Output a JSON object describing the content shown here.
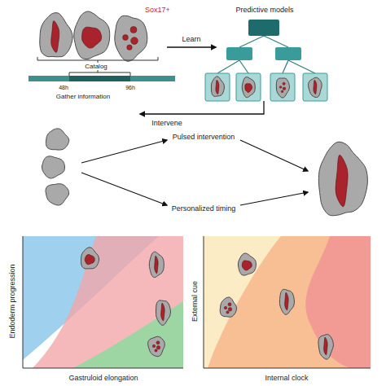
{
  "diagram": {
    "labels": [
      "Sox17+",
      "Catalog",
      "48h",
      "96h",
      "Gather information",
      "Learn",
      "Predictive models",
      "Intervene",
      "Pulsed intervention",
      "Personalized timing",
      "Endoderm progression",
      "Gastruloid elongation",
      "External cue",
      "Internal clock"
    ]
  }
}
